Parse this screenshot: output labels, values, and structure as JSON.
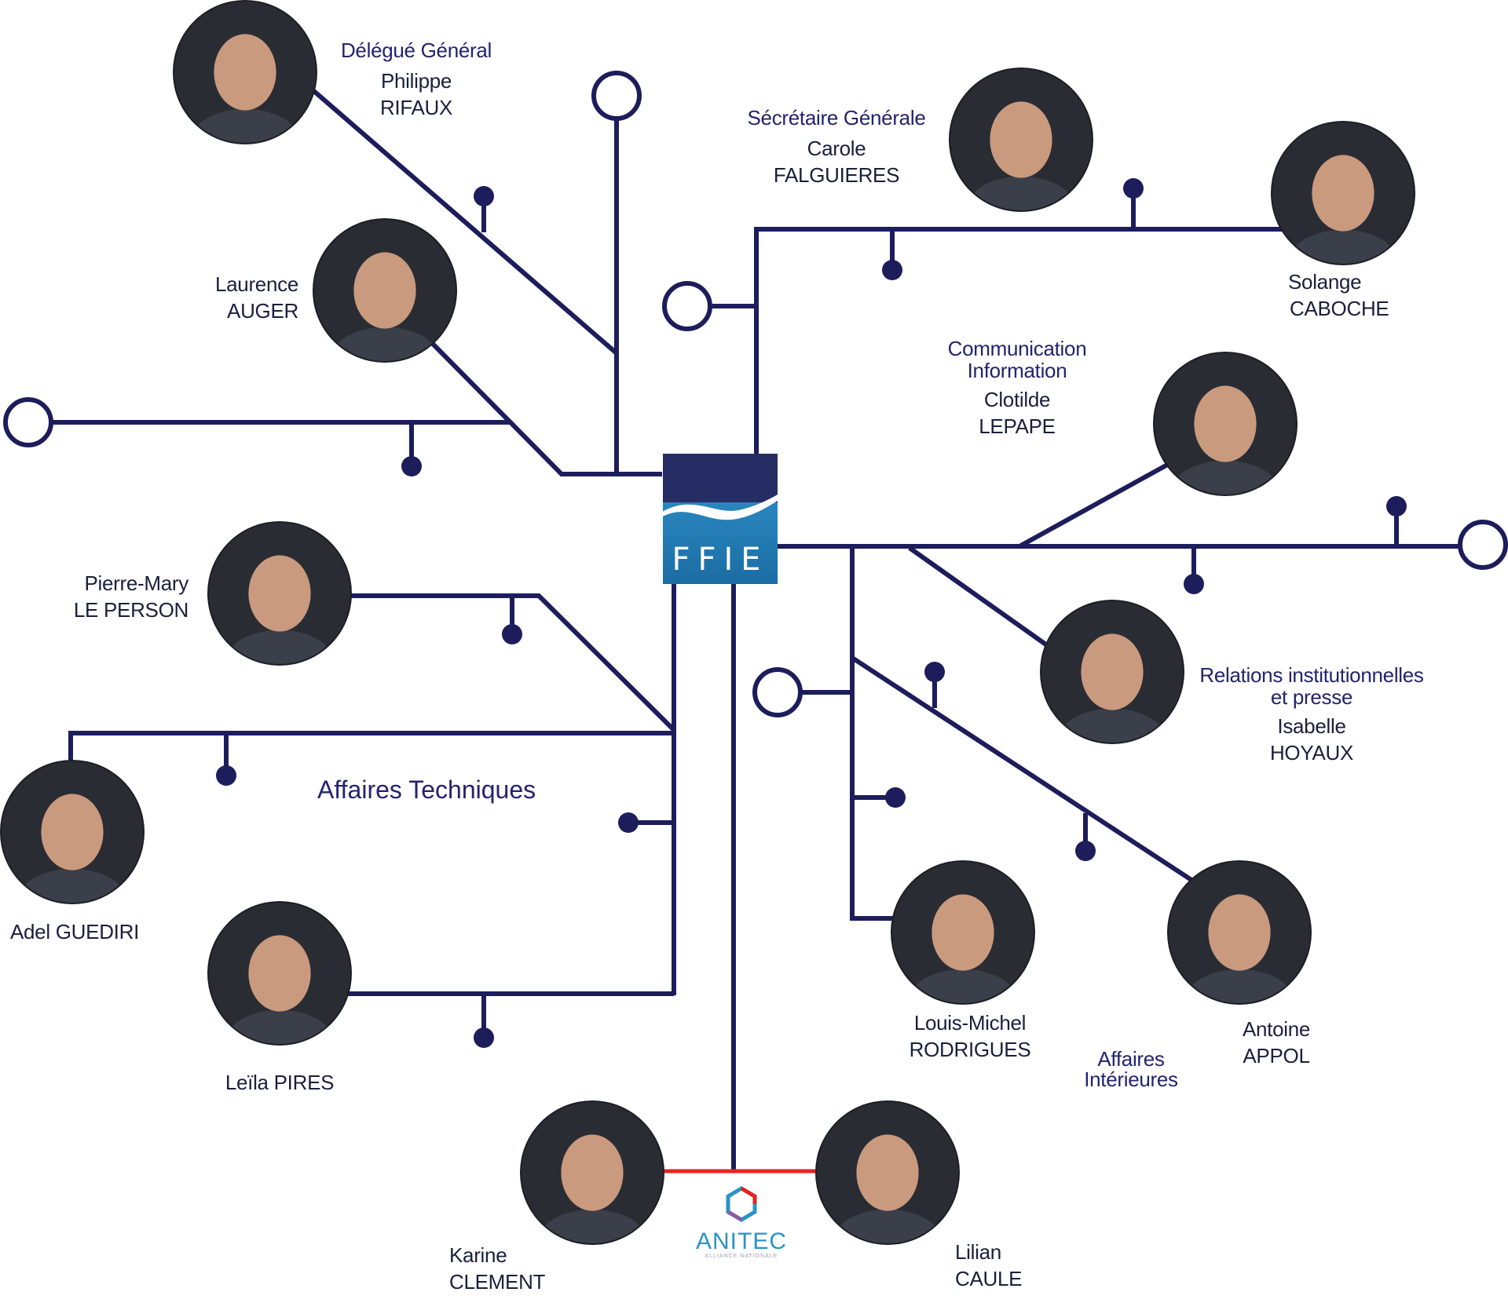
{
  "logo_main": {
    "text": "FFIE",
    "colors": {
      "dark": "#262c64",
      "teal": "#1d77ad",
      "wave": "#ffffff"
    }
  },
  "logo_partner": {
    "name": "ANITEC",
    "tagline": "ALLIANCE NATIONALE"
  },
  "departments": {
    "technical": "Affaires Techniques",
    "internal": [
      "Affaires",
      "Intérieures"
    ]
  },
  "people": [
    {
      "id": "rifaux",
      "role": "Délégué Général",
      "first": "Philippe",
      "last": "RIFAUX"
    },
    {
      "id": "falguieres",
      "role": "Sécrétaire Générale",
      "first": "Carole",
      "last": "FALGUIERES"
    },
    {
      "id": "auger",
      "first": "Laurence",
      "last": "AUGER"
    },
    {
      "id": "caboche",
      "first": "Solange",
      "last": "CABOCHE"
    },
    {
      "id": "lepape",
      "role": [
        "Communication",
        "Information"
      ],
      "first": "Clotilde",
      "last": "LEPAPE"
    },
    {
      "id": "leperson",
      "first": "Pierre-Mary",
      "last": "LE PERSON"
    },
    {
      "id": "hoyaux",
      "role": [
        "Relations institutionnelles",
        "et presse"
      ],
      "first": "Isabelle",
      "last": "HOYAUX"
    },
    {
      "id": "guediri",
      "full": "Adel GUEDIRI"
    },
    {
      "id": "pires",
      "full": "Leïla PIRES"
    },
    {
      "id": "rodrigues",
      "first": "Louis-Michel",
      "last": "RODRIGUES"
    },
    {
      "id": "appol",
      "first": "Antoine",
      "last": "APPOL"
    },
    {
      "id": "clement",
      "first": "Karine",
      "last": "CLEMENT"
    },
    {
      "id": "caule",
      "first": "Lilian",
      "last": "CAULE"
    }
  ],
  "colors": {
    "line": "#1d1d5c",
    "red_link": "#e52421",
    "role_text": "#23236e"
  }
}
